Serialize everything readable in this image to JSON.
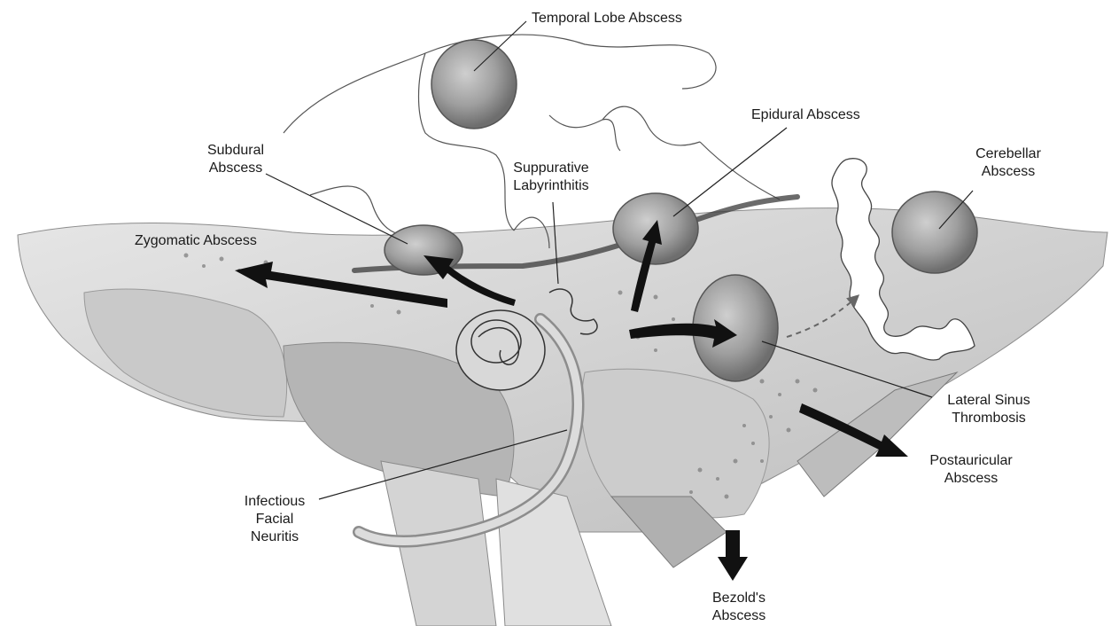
{
  "labels": {
    "temporal_lobe_abscess": "Temporal Lobe Abscess",
    "epidural_abscess": "Epidural Abscess",
    "subdural_abscess_l1": "Subdural",
    "subdural_abscess_l2": "Abscess",
    "suppurative_labyrinthitis_l1": "Suppurative",
    "suppurative_labyrinthitis_l2": "Labyrinthitis",
    "cerebellar_abscess_l1": "Cerebellar",
    "cerebellar_abscess_l2": "Abscess",
    "zygomatic_abscess": "Zygomatic Abscess",
    "lateral_sinus_thrombosis_l1": "Lateral Sinus",
    "lateral_sinus_thrombosis_l2": "Thrombosis",
    "postauricular_abscess_l1": "Postauricular",
    "postauricular_abscess_l2": "Abscess",
    "infectious_facial_neuritis_l1": "Infectious",
    "infectious_facial_neuritis_l2": "Facial",
    "infectious_facial_neuritis_l3": "Neuritis",
    "bezolds_abscess_l1": "Bezold's",
    "bezolds_abscess_l2": "Abscess"
  },
  "colors": {
    "bone": "#d9d9d9",
    "bone_dark": "#a9a9a9",
    "brain_outline": "#555555",
    "abscess": "#9a9a9a",
    "arrow": "#111111",
    "label_text": "#1a1a1a"
  }
}
